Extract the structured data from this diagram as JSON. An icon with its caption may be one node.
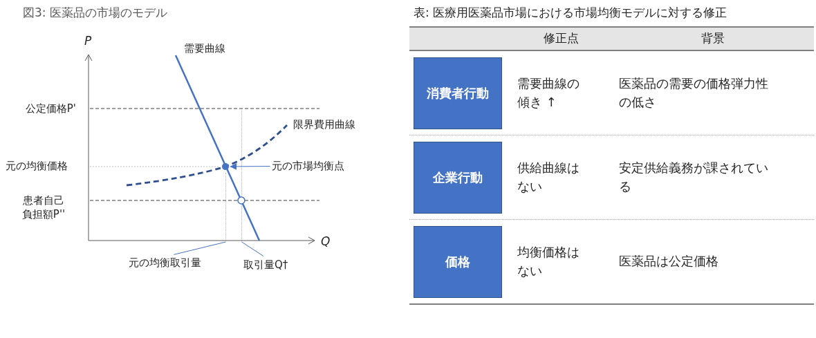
{
  "diagram": {
    "title": "図3: 医薬品の市場のモデル",
    "nodes": [
      {
        "text": [
          "元の市場均衡点"
        ]
      },
      {
        "text": [],
        "shape": "circle"
      },
      {
        "text": [
          "元の均衡取引量"
        ]
      },
      {
        "text": [
          "取引量Q†"
        ]
      },
      {
        "text": [
          "消費者行動"
        ]
      },
      {
        "text": [
          "企業行動"
        ]
      },
      {
        "text": [
          "価格"
        ]
      },
      {
        "text": [],
        "shape": "line"
      },
      {
        "text": [],
        "shape": "line"
      }
    ],
    "edges": [
      {
        "from": 0,
        "to": 1,
        "arrow": "to"
      },
      {
        "from": 2,
        "to": 7,
        "arrow": "none"
      },
      {
        "from": 3,
        "to": 8,
        "arrow": "none"
      }
    ],
    "labels": [
      "表: 医療用医薬品市場における市場均衡モデルに対する修正",
      "P",
      "需要曲線",
      "公定価格P'",
      "限界費用曲線",
      "元の均衡価格",
      "患者自己負担額P''",
      "Q",
      "修正点",
      "背景",
      "需要曲線の傾き ↑",
      "医薬品の需要の価格弾力性の低さ",
      "供給曲線はない",
      "安定供給義務が課されている",
      "均衡価格はない",
      "医薬品は公定価格"
    ]
  }
}
